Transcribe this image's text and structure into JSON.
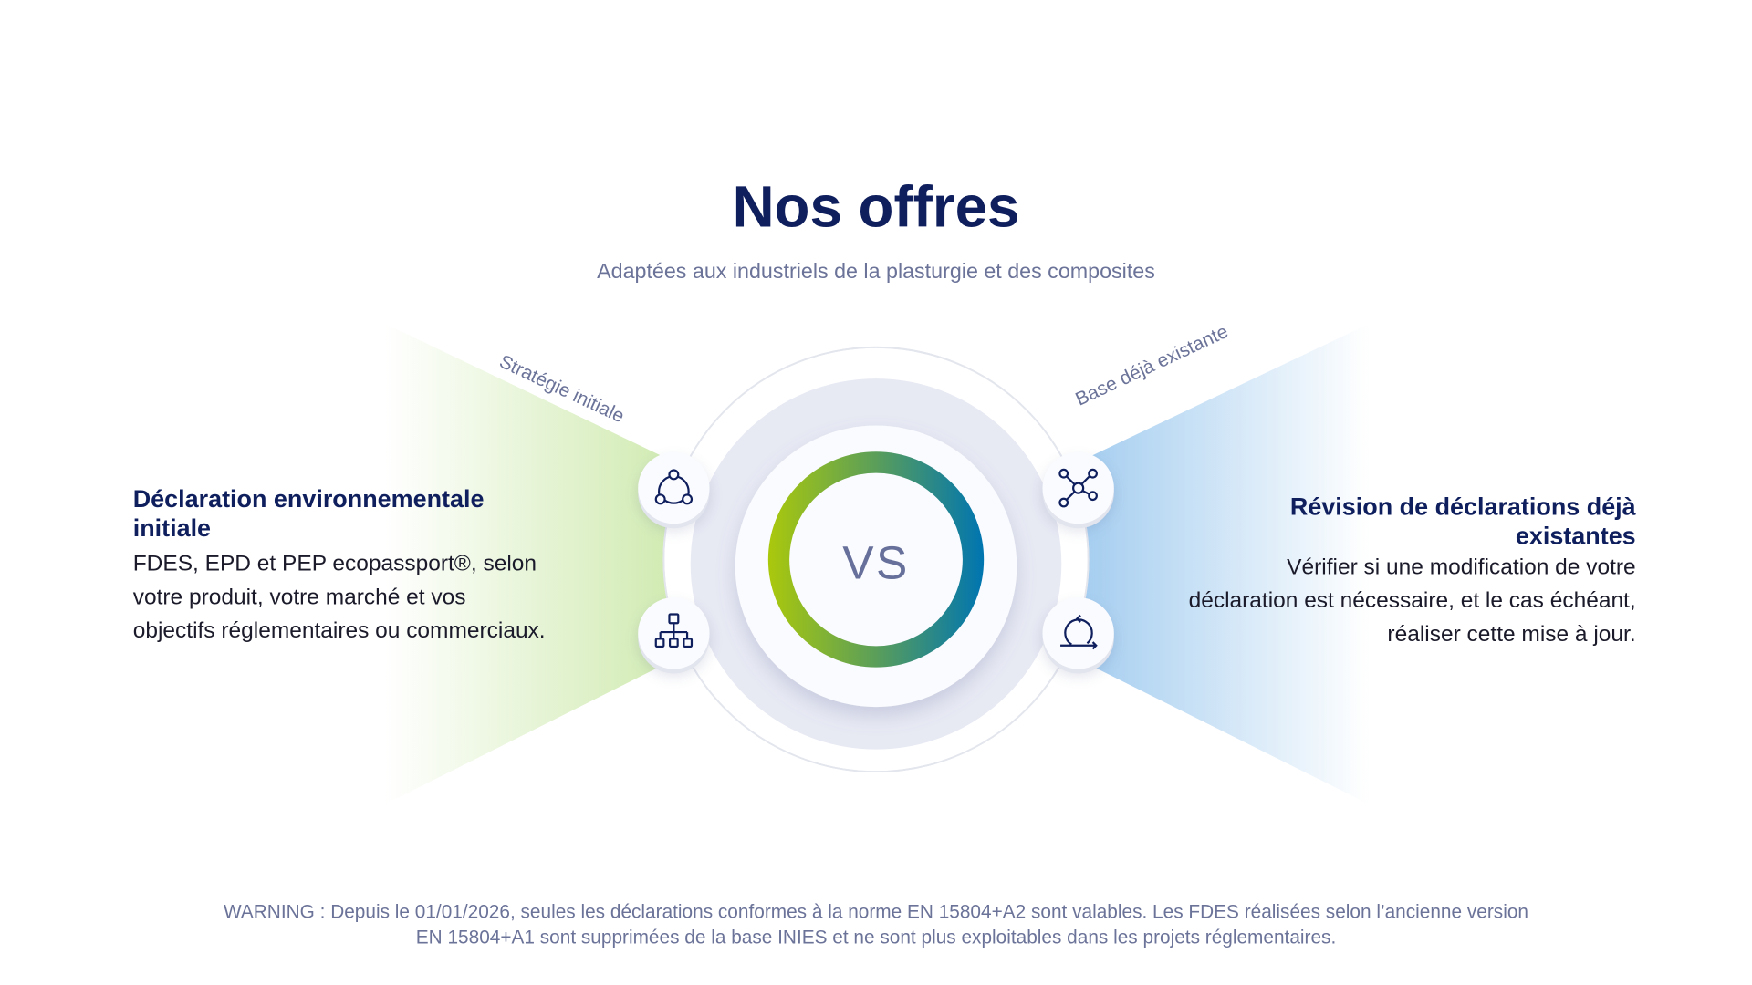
{
  "header": {
    "title": "Nos offres",
    "subtitle": "Adaptées aux industriels de la plasturgie et des composites"
  },
  "center": {
    "vs_label": "VS"
  },
  "left_offer": {
    "tag": "Stratégie initiale",
    "heading_line1": "Déclaration environnementale",
    "heading_line2": "initiale",
    "body_lines": [
      "FDES, EPD et PEP ecopassport®, selon",
      "votre produit, votre marché et vos",
      "objectifs réglementaires ou commerciaux."
    ],
    "icons": [
      "cycle-network-icon",
      "hierarchy-icon"
    ]
  },
  "right_offer": {
    "tag": "Base déjà existante",
    "heading_line1": "Révision de déclarations déjà",
    "heading_line2": "existantes",
    "body_lines": [
      "Vérifier si une modification de votre",
      "déclaration est nécessaire, et le cas échéant,",
      "réaliser cette mise à jour."
    ],
    "icons": [
      "hub-network-icon",
      "refresh-cycle-icon"
    ]
  },
  "warning": {
    "line1": "WARNING : Depuis le 01/01/2026, seules les déclarations conformes à la norme EN 15804+A2 sont valables. Les FDES réalisées selon l’ancienne version",
    "line2": "EN 15804+A1 sont supprimées de la base INIES et ne sont plus exploitables dans les projets réglementaires."
  },
  "colors": {
    "navy": "#0f1f5e",
    "muted": "#6b7399",
    "green": "#a8c80a",
    "blue": "#0077b0"
  }
}
